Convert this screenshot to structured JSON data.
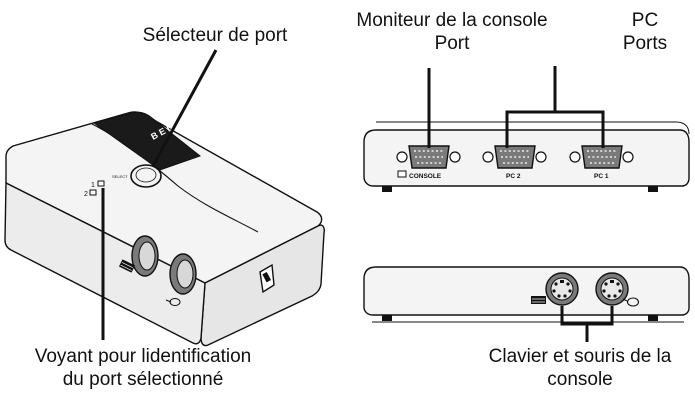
{
  "labels": {
    "port_selector": "Sélecteur de port",
    "console_monitor_line1": "Moniteur de la console",
    "console_monitor_line2": "Port",
    "pc_ports_line1": "PC",
    "pc_ports_line2": "Ports",
    "indicator_line1": "Voyant pour lidentification",
    "indicator_line2": "du port sélectionné",
    "kbd_mouse_line1": "Clavier et souris de la",
    "kbd_mouse_line2": "console"
  },
  "device": {
    "brand": "BELKIN",
    "select_text": "SELECT",
    "led_1": "1",
    "led_2": "2",
    "port_console": "CONSOLE",
    "port_pc2": "PC 2",
    "port_pc1": "PC 1"
  },
  "colors": {
    "ink": "#111111",
    "body_fill": "#f4f4f4",
    "shadow_fill": "#dcdcdc",
    "port_fill": "#7a7a7a"
  }
}
